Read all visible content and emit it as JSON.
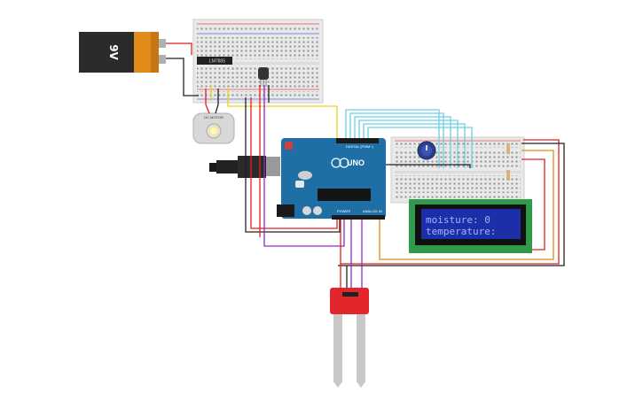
{
  "battery": {
    "label": "9V"
  },
  "regulator": {
    "label": "LM7805"
  },
  "arduino": {
    "brand": "UNO",
    "digital_header_label": "DIGITAL (PWM~)",
    "power_label": "POWER",
    "analog_label": "ANALOG IN"
  },
  "fan": {
    "label": "DC MOTOR"
  },
  "lcd": {
    "line1": "moisture: 0",
    "line2": "temperature:"
  },
  "colors": {
    "breadboard": "#e9e9e9",
    "arduino": "#1e6fa6",
    "lcd_screen": "#1d2fa8",
    "lcd_board": "#2e9a4a",
    "sensor": "#e3262b",
    "wire_red": "#e02020",
    "wire_black": "#222222",
    "wire_yellow": "#e6d21a",
    "wire_cyan": "#6ad0e6",
    "wire_orange": "#e08a1a",
    "wire_purple": "#8a2bd0"
  },
  "icons": [
    "battery-icon",
    "motor-icon",
    "potentiometer-icon",
    "temperature-sensor-icon",
    "soil-moisture-sensor-icon",
    "usb-connector-icon"
  ]
}
